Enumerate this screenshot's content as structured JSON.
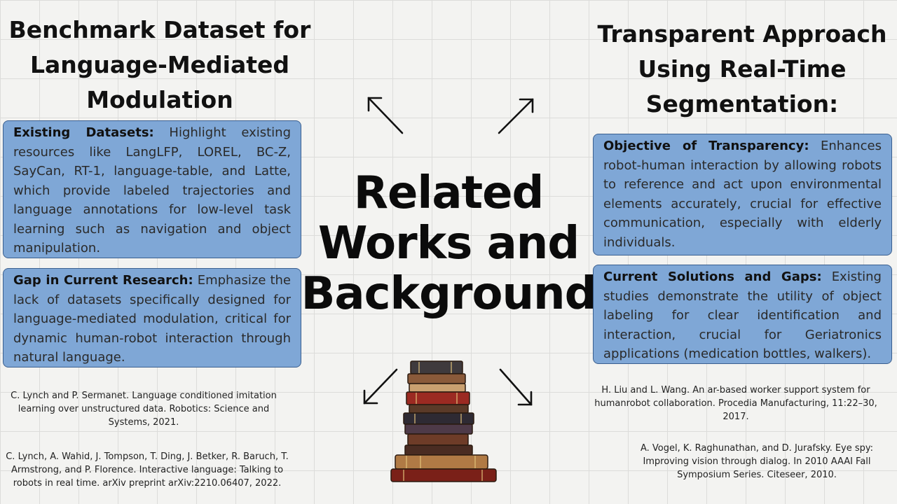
{
  "left_heading": {
    "lines": [
      "Benchmark Dataset for",
      "Language-Mediated",
      "Modulation"
    ]
  },
  "right_heading": {
    "lines": [
      "Transparent Approach",
      "Using Real-Time",
      "Segmentation:"
    ]
  },
  "center_title": {
    "lines": [
      "Related",
      "Works and",
      "Background"
    ]
  },
  "boxes": {
    "existing": {
      "label": "Existing Datasets:",
      "text": "Highlight existing resources like LangLFP, LOREL, BC-Z, SayCan, RT-1, language-table, and Latte, which provide labeled trajectories and language annotations for low-level task learning such as navigation and object manipulation."
    },
    "gap": {
      "label": "Gap in Current Research:",
      "text": "Emphasize the lack of datasets specifically designed for language-mediated modulation, critical for dynamic human-robot interaction through natural language."
    },
    "objective": {
      "label": "Objective of Transparency:",
      "text": "Enhances robot-human interaction by allowing robots to reference and act upon environmental elements accurately, crucial for effective communication, especially with elderly individuals."
    },
    "current": {
      "label": "Current Solutions and Gaps:",
      "text": "Existing studies demonstrate the utility of object labeling for clear identification and interaction, crucial for Geriatronics applications (medication bottles, walkers)."
    }
  },
  "references": {
    "left_1": "C. Lynch and P. Sermanet. Language conditioned imitation learning over unstructured data. Robotics: Science and Systems, 2021.",
    "left_2": "C. Lynch, A. Wahid, J. Tompson, T. Ding, J. Betker, R. Baruch, T. Armstrong, and P. Florence. Interactive language: Talking to robots in real time. arXiv preprint arXiv:2210.06407, 2022.",
    "right_1": "H. Liu and L. Wang. An ar-based worker support system for humanrobot collaboration. Procedia Manufacturing, 11:22–30, 2017.",
    "right_2": "A. Vogel, K. Raghunathan, and D. Jurafsky. Eye spy: Improving vision through dialog. In 2010 AAAI Fall Symposium Series. Citeseer, 2010."
  },
  "icons": [
    "arrow-up-left-icon",
    "arrow-up-right-icon",
    "arrow-down-left-icon",
    "arrow-down-right-icon",
    "book-stack-icon"
  ],
  "colors": {
    "box_fill": "#7fa7d6",
    "box_border": "#3a5f8f",
    "grid_line": "#dcdcda",
    "background": "#f3f3f1"
  }
}
